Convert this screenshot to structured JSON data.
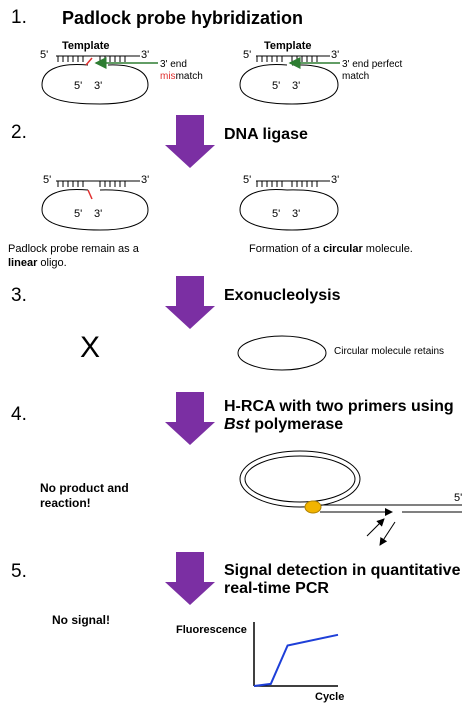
{
  "steps": [
    {
      "number": "1.",
      "title": "Padlock probe hybridization"
    },
    {
      "number": "2.",
      "title": "DNA ligase"
    },
    {
      "number": "3.",
      "title": "Exonucleolysis"
    },
    {
      "number": "4.",
      "title_line1": "H-RCA with two primers using",
      "title_line2_italic": "Bst",
      "title_line2_rest": " polymerase"
    },
    {
      "number": "5.",
      "title_line1": "Signal detection in quantitative",
      "title_line2": "real-time PCR"
    }
  ],
  "step1": {
    "left": {
      "template": "Template",
      "five_prime": "5'",
      "three_prime": "3'",
      "probe_five": "5'",
      "probe_three": "3'",
      "end_label": "3' end",
      "mismatch_red": "mis",
      "mismatch_rest": "match"
    },
    "right": {
      "template": "Template",
      "five_prime": "5'",
      "three_prime": "3'",
      "probe_five": "5'",
      "probe_three": "3'",
      "end_label_line1": "3' end perfect",
      "end_label_line2": "match"
    }
  },
  "step2": {
    "left": {
      "five_prime": "5'",
      "three_prime": "3'",
      "probe_five": "5'",
      "probe_three": "3'",
      "caption_line1": "Padlock probe remain as a",
      "caption_bold": "linear",
      "caption_rest": " oligo."
    },
    "right": {
      "five_prime": "5'",
      "three_prime": "3'",
      "probe_five": "5'",
      "probe_three": "3'",
      "caption_pre": "Formation of a ",
      "caption_bold": "circular",
      "caption_post": " molecule."
    }
  },
  "step3": {
    "x_mark": "X",
    "circular_label": "Circular molecule retains"
  },
  "step4": {
    "no_product_line1": "No product and",
    "no_product_line2": "reaction!",
    "five_prime": "5'"
  },
  "step5": {
    "no_signal": "No signal!",
    "ylabel": "Fluorescence",
    "xlabel": "Cycle"
  },
  "colors": {
    "arrow": "#7b2fa3",
    "green_arrow": "#2e7d32",
    "mismatch": "#e03030",
    "line": "#1e3fd8",
    "polymerase": "#f2b400"
  },
  "chart_data": {
    "type": "line",
    "title": "",
    "xlabel": "Cycle",
    "ylabel": "Fluorescence",
    "x": [
      0,
      1,
      2,
      5
    ],
    "y": [
      0,
      0.05,
      0.95,
      1.2
    ],
    "xlim": [
      0,
      5
    ],
    "ylim": [
      0,
      1.5
    ]
  }
}
